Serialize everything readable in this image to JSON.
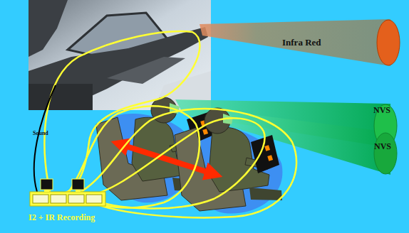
{
  "diagram": {
    "nodes": [
      {
        "text": [
          "Infra Red"
        ]
      },
      {
        "text": [
          "NVS"
        ]
      },
      {
        "text": [
          "NVS"
        ]
      },
      {
        "text": [
          "I2 + IR Recording"
        ]
      }
    ],
    "labels": [
      "Sound"
    ]
  }
}
